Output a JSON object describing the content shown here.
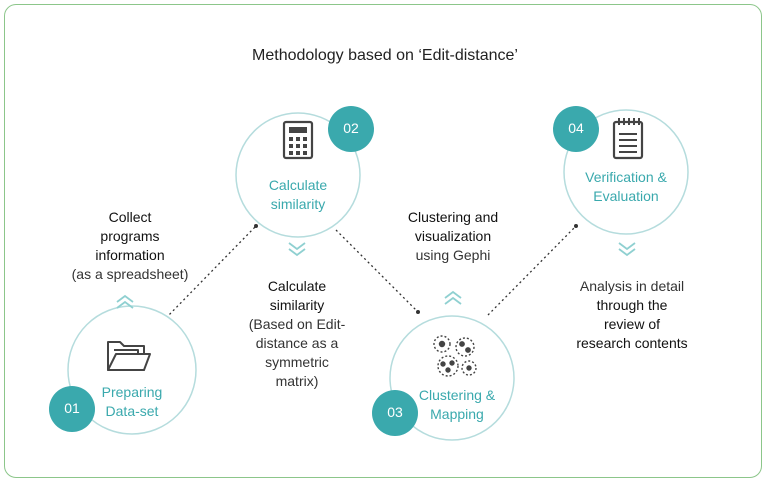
{
  "title": "Methodology based on ‘Edit-distance’",
  "steps": [
    {
      "num": "01",
      "label_1": "Preparing",
      "label_2": "Data-set",
      "icon": "folder-icon"
    },
    {
      "num": "02",
      "label_1": "Calculate",
      "label_2": "similarity",
      "icon": "calculator-icon"
    },
    {
      "num": "03",
      "label_1": "Clustering &",
      "label_2": "Mapping",
      "icon": "clusters-icon"
    },
    {
      "num": "04",
      "label_1": "Verification &",
      "label_2": "Evaluation",
      "icon": "notepad-icon"
    }
  ],
  "notes": {
    "collect": [
      "Collect",
      "programs",
      "information",
      "(as a spreadsheet)"
    ],
    "calculate": [
      "Calculate",
      "similarity",
      "(Based on Edit-",
      "distance as a",
      "symmetric",
      "matrix)"
    ],
    "clustering": [
      "Clustering and",
      "visualization",
      "using Gephi"
    ],
    "analysis": [
      "Analysis in detail",
      "through the",
      "review of",
      "research contents"
    ]
  },
  "colors": {
    "accent": "#3aa9ad",
    "frame": "#8cc68a",
    "circle_border": "#b5dcdd"
  }
}
